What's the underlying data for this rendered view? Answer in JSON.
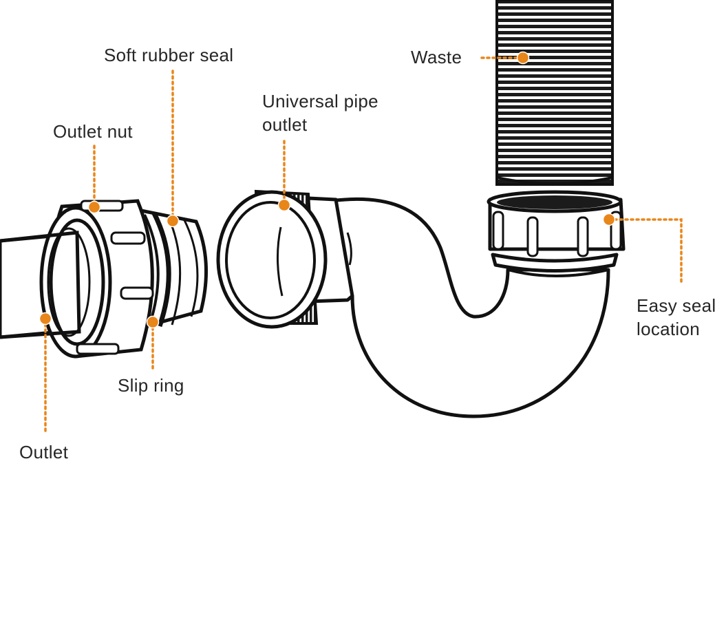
{
  "accent_color": "#E8861A",
  "line_color": "#111111",
  "labels": {
    "soft_rubber_seal": "Soft rubber seal",
    "waste": "Waste",
    "universal_pipe_outlet": [
      "Universal pipe",
      "outlet"
    ],
    "outlet_nut": "Outlet nut",
    "slip_ring": "Slip ring",
    "outlet": "Outlet",
    "easy_seal_location": [
      "Easy seal",
      "location"
    ]
  }
}
